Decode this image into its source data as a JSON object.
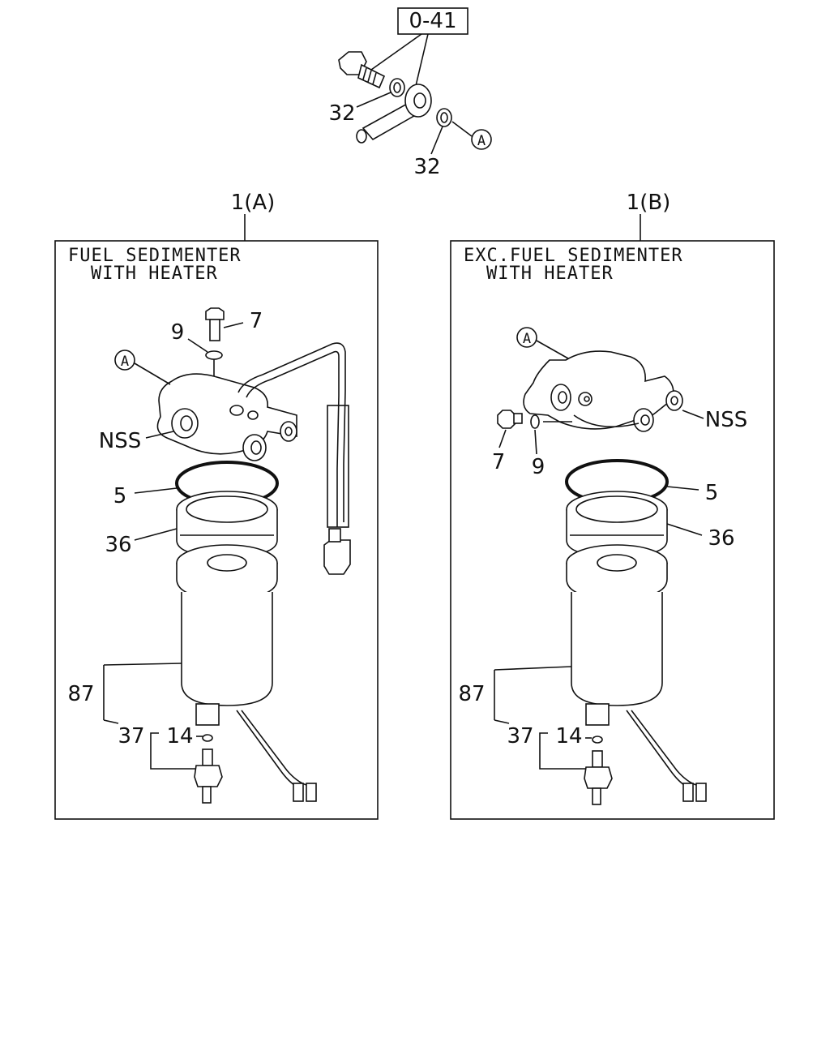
{
  "diagram": {
    "ref_box": "0-41",
    "callout_marker": "A",
    "top_assembly": {
      "washer_labels": [
        "32",
        "32"
      ]
    },
    "panel_a": {
      "assembly_label": "1(A)",
      "title_line1": "FUEL SEDIMENTER",
      "title_line2": "WITH HEATER",
      "callouts": {
        "marker": "A",
        "bolt": "7",
        "washer": "9",
        "nss": "NSS",
        "o_ring": "5",
        "ring_nut": "36",
        "filter": "87",
        "drain": "37",
        "small_ring": "14"
      }
    },
    "panel_b": {
      "assembly_label": "1(B)",
      "title_line1": "EXC.FUEL SEDIMENTER",
      "title_line2": "WITH HEATER",
      "callouts": {
        "marker": "A",
        "bolt": "7",
        "washer": "9",
        "nss": "NSS",
        "o_ring": "5",
        "ring_nut": "36",
        "filter": "87",
        "drain": "37",
        "small_ring": "14"
      }
    }
  }
}
